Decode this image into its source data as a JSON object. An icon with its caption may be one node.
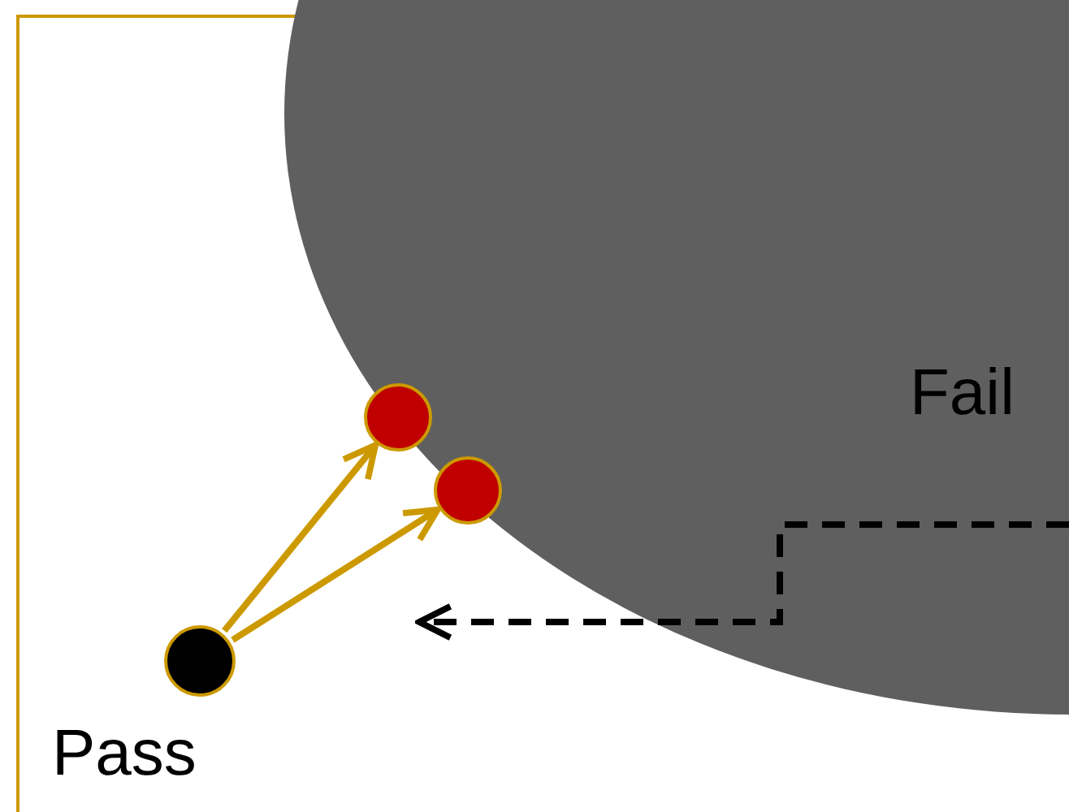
{
  "diagram": {
    "nodes": [
      {
        "text": [],
        "shape": "circle"
      },
      {
        "text": [],
        "shape": "circle"
      },
      {
        "text": [],
        "shape": "circle"
      }
    ],
    "edges": [
      {
        "from": 0,
        "to": 1,
        "arrow": "to"
      },
      {
        "from": 0,
        "to": 2,
        "arrow": "to"
      }
    ],
    "labels": [
      "Fail",
      "Pass"
    ]
  }
}
